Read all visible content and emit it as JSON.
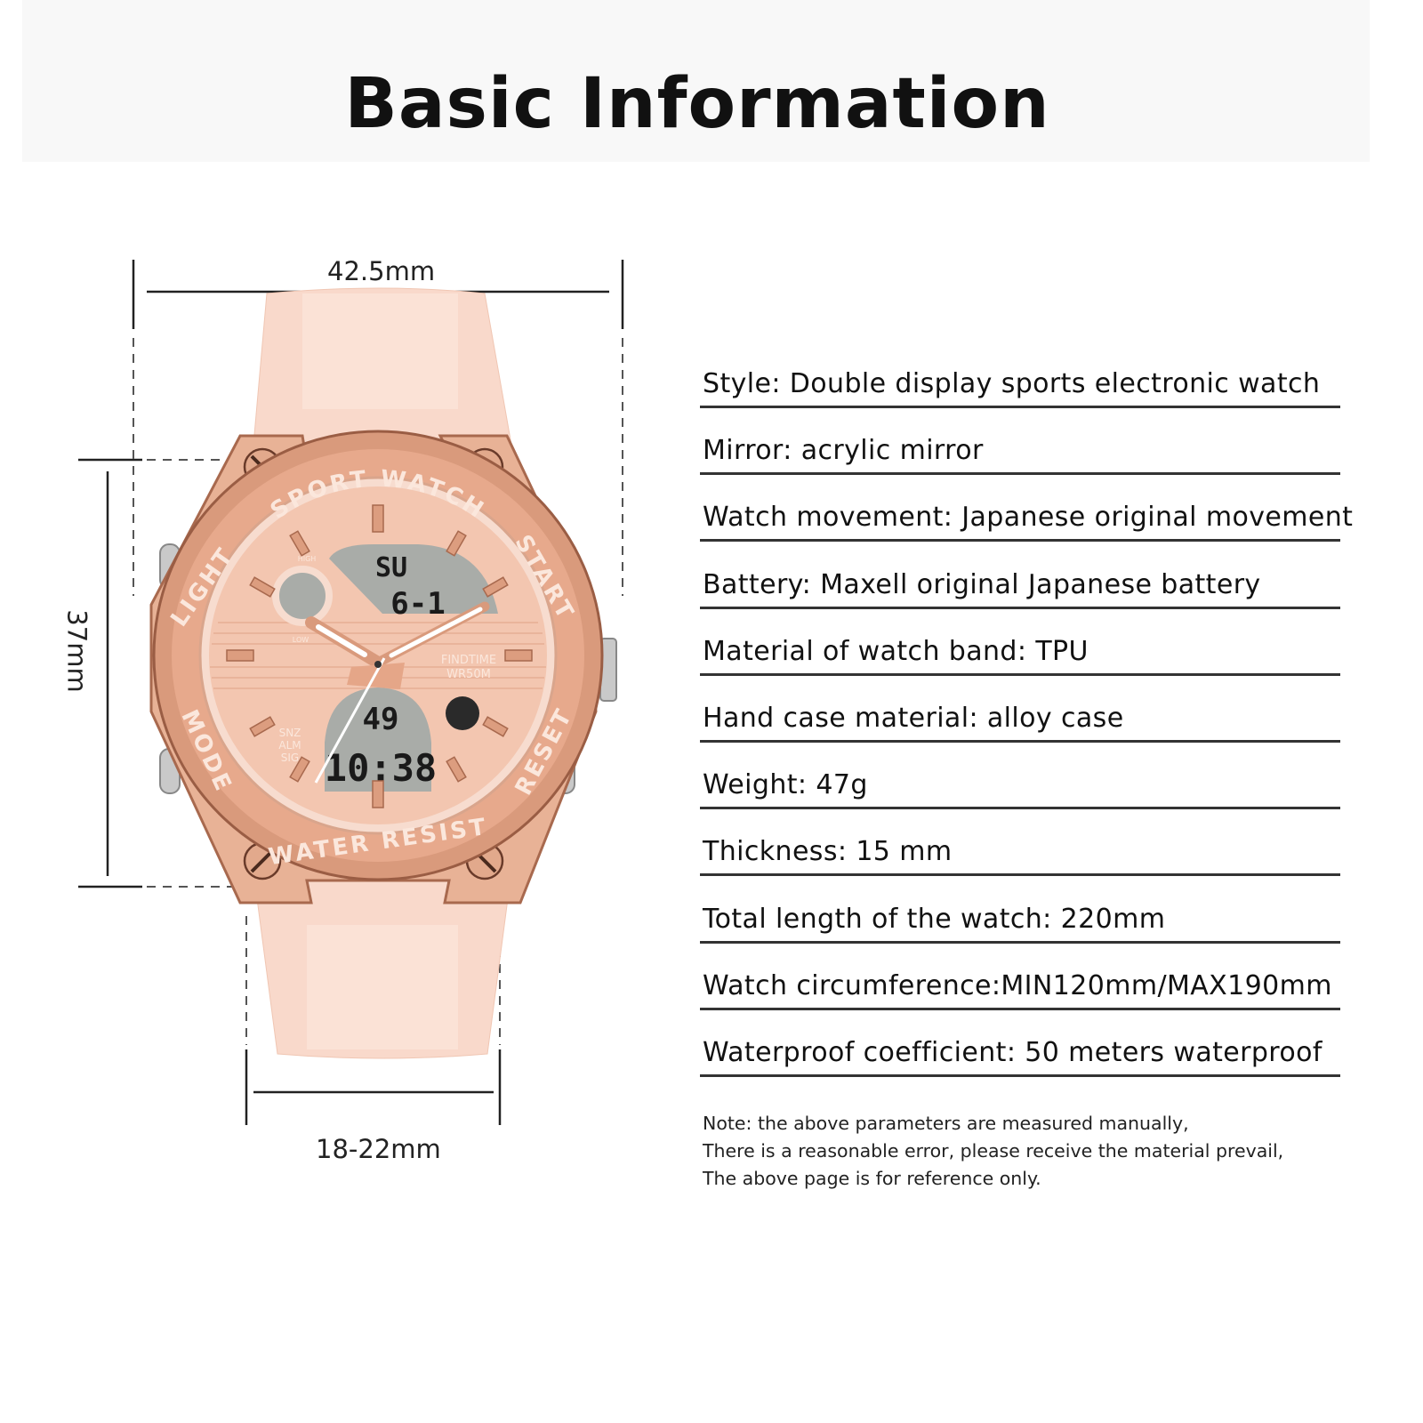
{
  "title": "Basic Information",
  "dimensions": {
    "case_width": "42.5mm",
    "case_height": "37mm",
    "band_width": "18-22mm"
  },
  "watch_face": {
    "bezel_top": "SPORT WATCH",
    "bezel_bottom": "WATER RESIST",
    "bezel_left_top": "LIGHT",
    "bezel_right_top": "START",
    "bezel_left_bottom": "MODE",
    "bezel_right_bottom": "RESET",
    "brand": "FINDTIME",
    "water_rating": "WR50M",
    "lcd_day": "SU",
    "lcd_date": "6-1",
    "lcd_seconds": "49",
    "lcd_time": "10:38",
    "indicator_high": "HIGH",
    "indicator_low": "LOW",
    "label_snz": "SNZ",
    "label_alm": "ALM",
    "label_sig": "SIG"
  },
  "specs": [
    "Style: Double display sports electronic watch",
    "Mirror: acrylic mirror",
    "Watch movement: Japanese original movement",
    "Battery: Maxell original Japanese battery",
    "Material of watch band: TPU",
    "Hand case material: alloy case",
    "Weight: 47g",
    "Thickness: 15 mm",
    "Total length of the watch: 220mm",
    "Watch circumference:MIN120mm/MAX190mm",
    "Waterproof coefficient: 50 meters waterproof"
  ],
  "note": [
    "Note: the above parameters are measured manually,",
    "There is a reasonable error, please receive the material prevail,",
    "The above page is for reference only."
  ],
  "colors": {
    "rose_gold": "#d99a7c",
    "strap": "#f9d9cb",
    "dial": "#f3c6b0",
    "lcd": "#a9aca8"
  }
}
